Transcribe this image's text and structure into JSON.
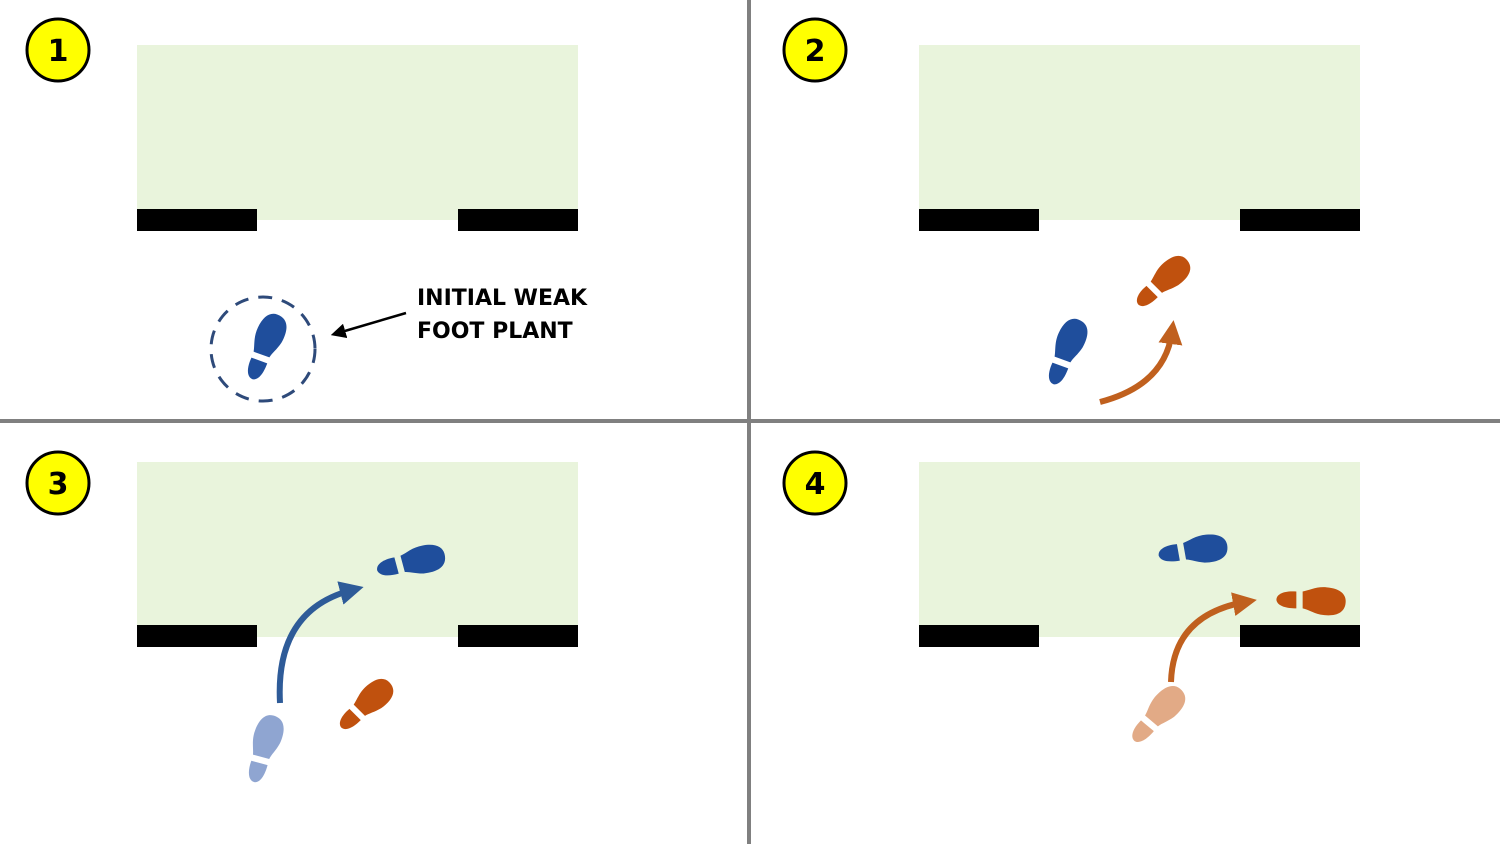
{
  "colors": {
    "background": "#ffffff",
    "divider": "#808080",
    "field": "#e9f4dc",
    "bar": "#000000",
    "badge_fill": "#ffff00",
    "badge_stroke": "#000000",
    "blue": "#1f4e9c",
    "blue_faded": "#8fa5d1",
    "orange": "#c0510e",
    "orange_faded": "#e2aa86",
    "arrow_blue": "#2e5b98",
    "arrow_orange": "#c0601e"
  },
  "panels": [
    {
      "number": "1",
      "icons": [
        "blue-footprint-icon",
        "dashed-circle-highlight",
        "pointer-arrow-icon"
      ],
      "annotation": {
        "line1": "INITIAL WEAK",
        "line2": "FOOT PLANT"
      }
    },
    {
      "number": "2",
      "icons": [
        "blue-footprint-icon",
        "orange-footprint-icon",
        "curved-arrow-orange-icon"
      ]
    },
    {
      "number": "3",
      "icons": [
        "faded-blue-footprint-icon",
        "blue-footprint-icon",
        "orange-footprint-icon",
        "curved-arrow-blue-icon"
      ]
    },
    {
      "number": "4",
      "icons": [
        "blue-footprint-icon",
        "faded-orange-footprint-icon",
        "orange-footprint-icon",
        "curved-arrow-orange-icon"
      ]
    }
  ]
}
